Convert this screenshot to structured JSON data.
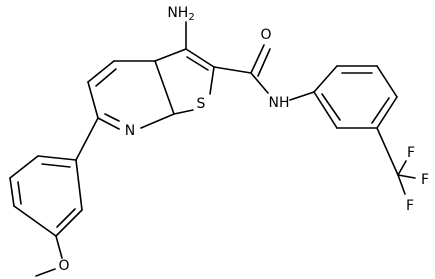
{
  "molecule": {
    "atom_labels": {
      "amine_N": "NH",
      "amine_sub": "2",
      "carbonyl_O": "O",
      "amide_N": "NH",
      "thiophene_S": "S",
      "pyridine_N": "N",
      "fluorine_1": "F",
      "fluorine_2": "F",
      "fluorine_3": "F",
      "ether_O": "O"
    },
    "colors": {
      "bond": "#000000",
      "label": "#000000",
      "background": "#ffffff"
    }
  }
}
